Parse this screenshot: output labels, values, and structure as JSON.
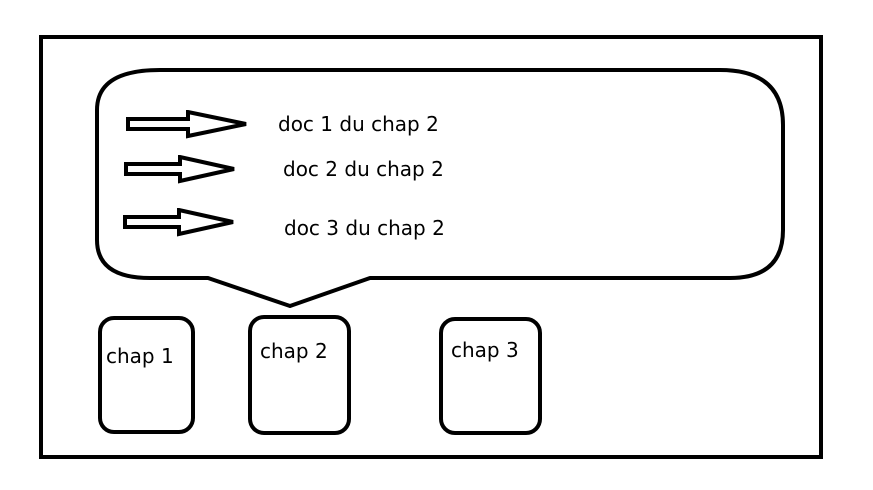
{
  "popup": {
    "items": [
      {
        "label": "doc 1 du chap 2",
        "icon": "right-arrow-icon"
      },
      {
        "label": "doc 2 du chap 2",
        "icon": "right-arrow-icon"
      },
      {
        "label": "doc 3 du chap 2",
        "icon": "right-arrow-icon"
      }
    ]
  },
  "chapters": [
    {
      "label": "chap 1"
    },
    {
      "label": "chap 2"
    },
    {
      "label": "chap 3"
    }
  ],
  "colors": {
    "stroke": "#000000",
    "background": "#ffffff"
  }
}
